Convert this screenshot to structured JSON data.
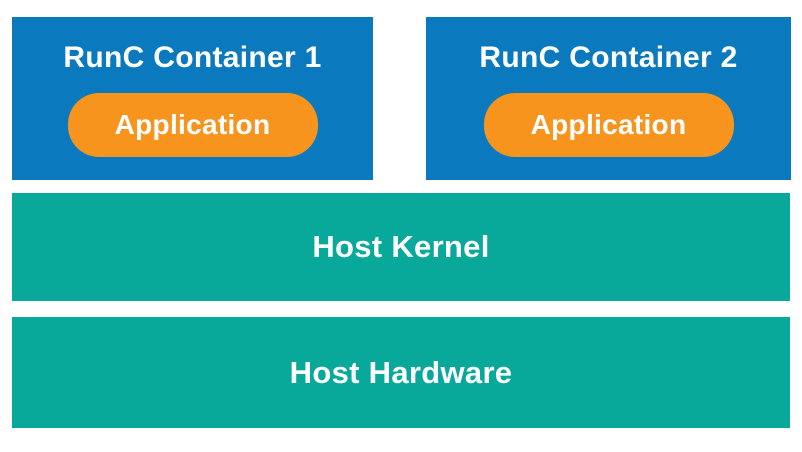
{
  "diagram": {
    "containers": [
      {
        "title": "RunC Container 1",
        "app_label": "Application"
      },
      {
        "title": "RunC Container 2",
        "app_label": "Application"
      }
    ],
    "layers": [
      {
        "label": "Host Kernel"
      },
      {
        "label": "Host Hardware"
      }
    ]
  },
  "colors": {
    "container_blue": "#0b79bd",
    "app_orange": "#f7941e",
    "layer_teal": "#08a89b",
    "text_white": "#ffffff",
    "background": "#ffffff"
  }
}
